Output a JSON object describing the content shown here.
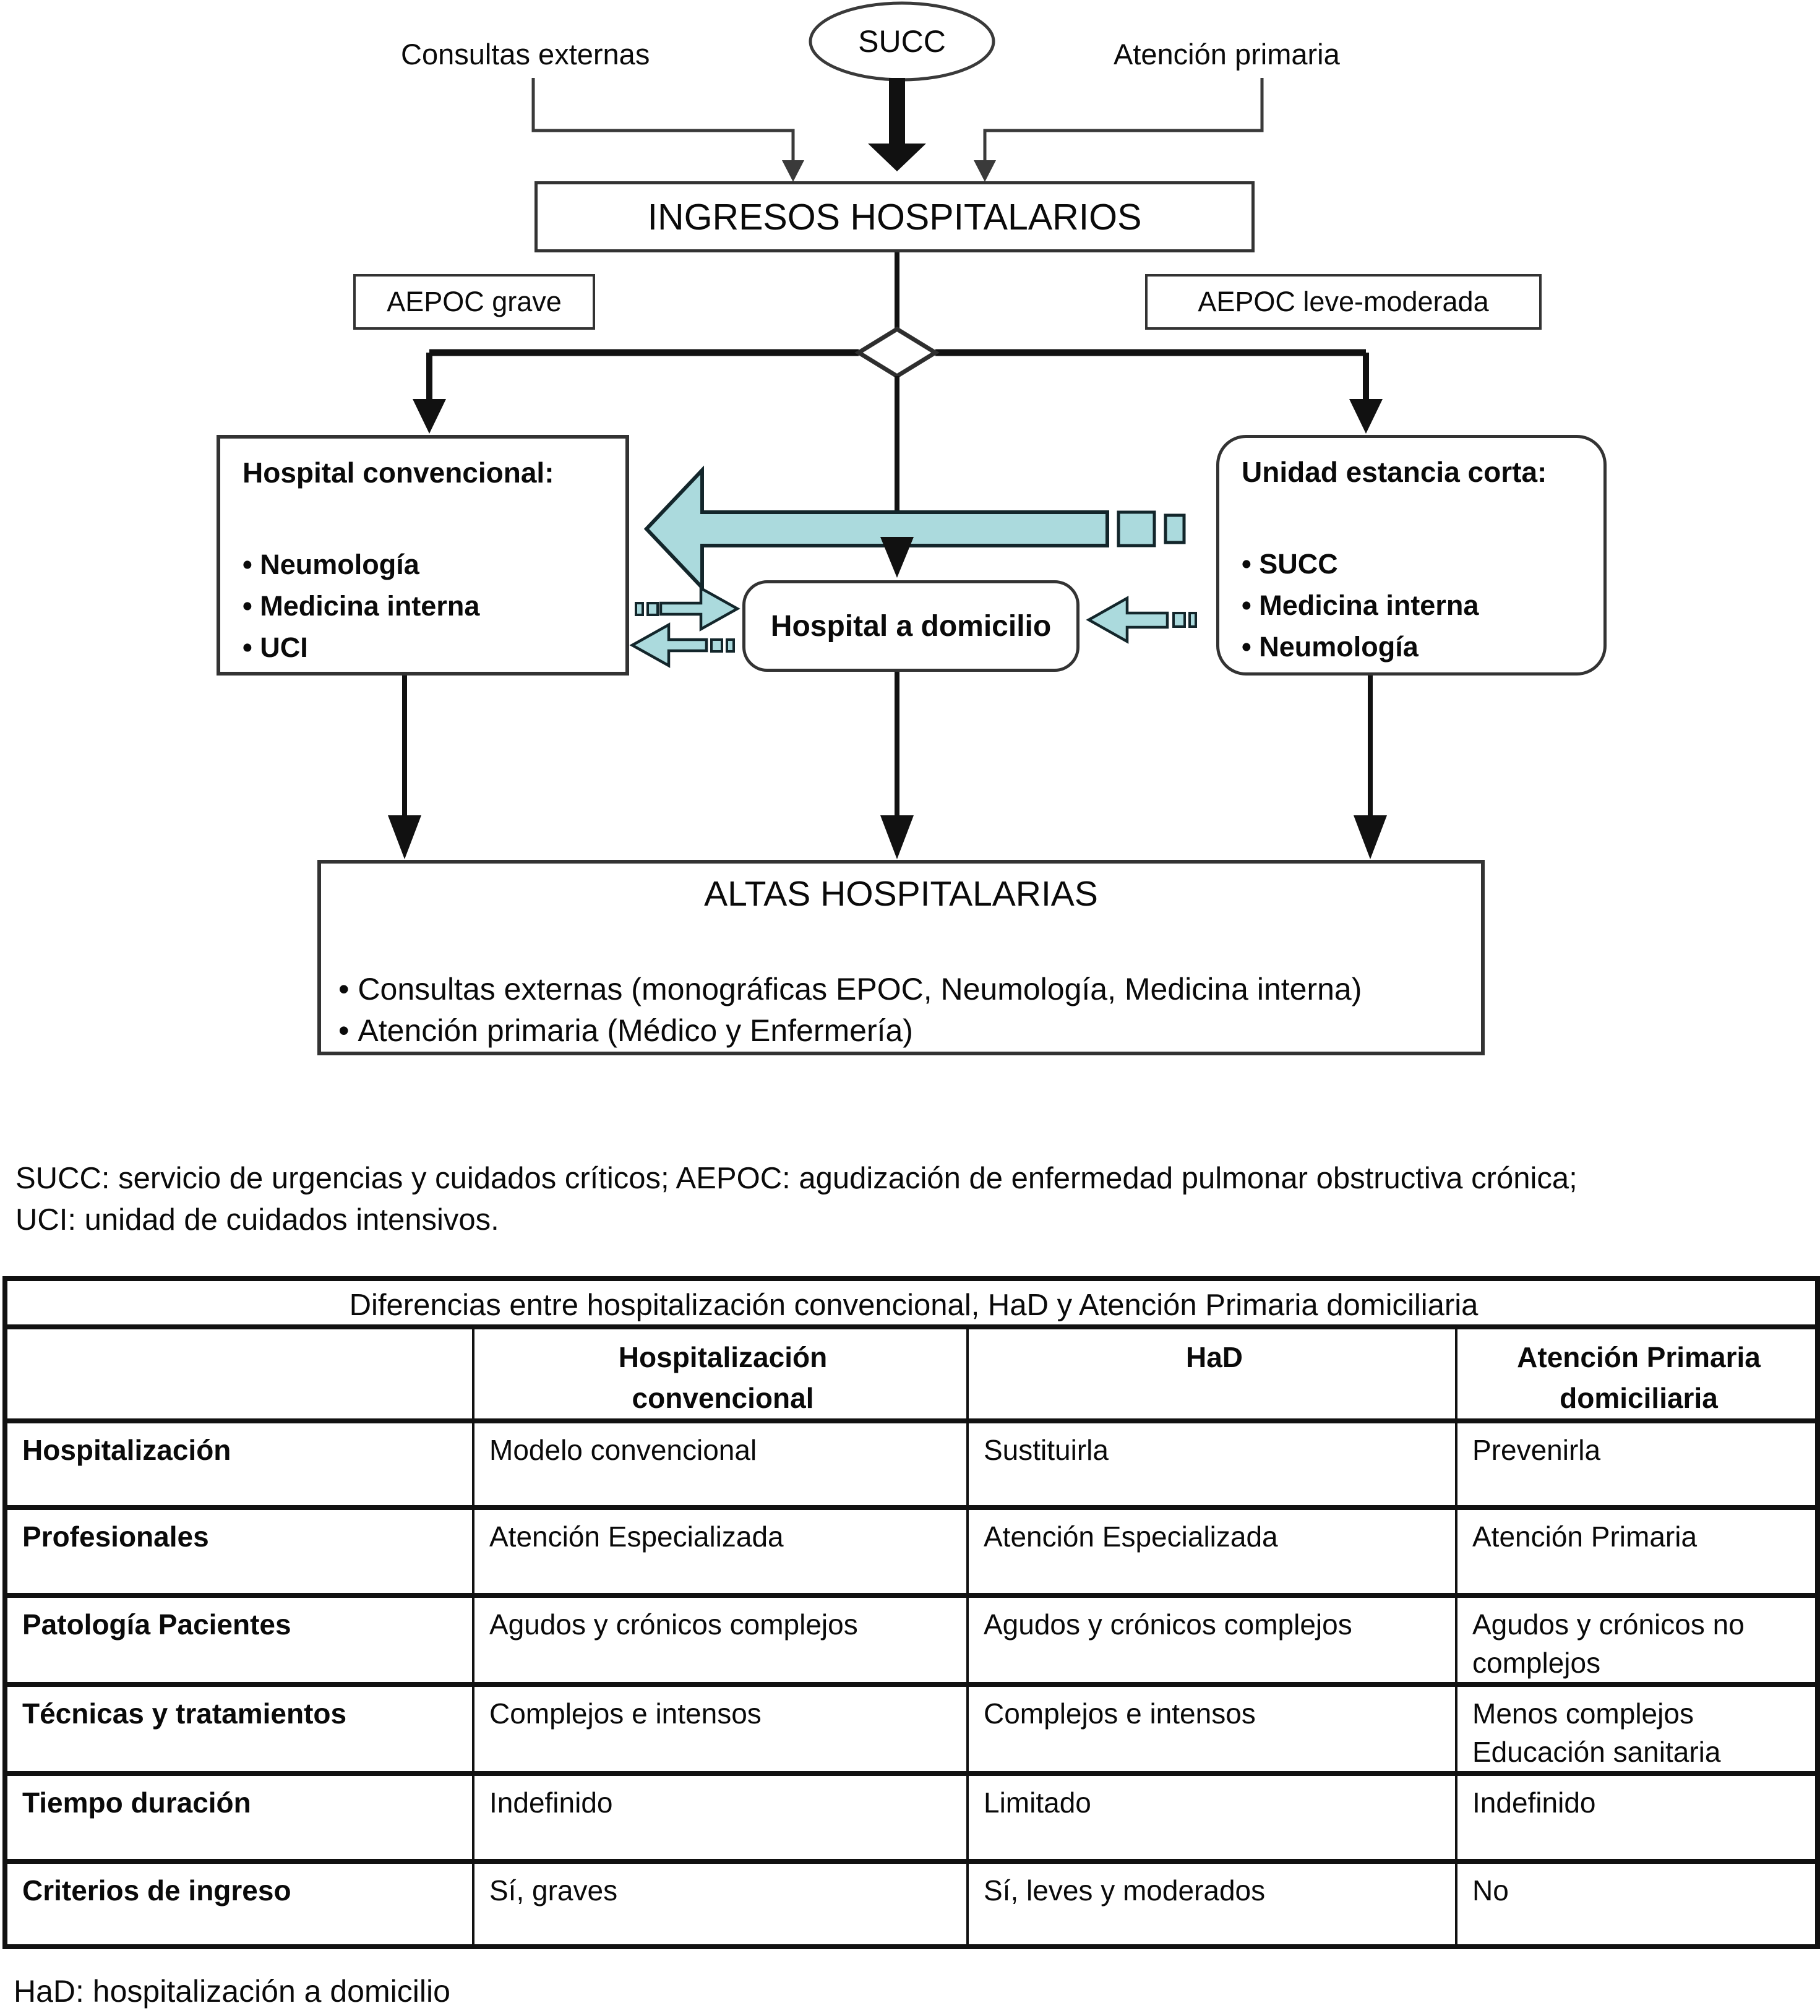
{
  "diagram": {
    "labels": {
      "consultas_externas": "Consultas externas",
      "succ": "SUCC",
      "atencion_primaria": "Atención primaria"
    },
    "ingresos_title": "INGRESOS HOSPITALARIOS",
    "aepoc_grave": "AEPOC grave",
    "aepoc_leve": "AEPOC leve-moderada",
    "hospital_convencional": {
      "title": "Hospital convencional:",
      "items": [
        "Neumología",
        "Medicina interna",
        "UCI"
      ]
    },
    "hospital_domicilio": "Hospital a domicilio",
    "unidad_estancia": {
      "title": "Unidad estancia corta:",
      "items": [
        "SUCC",
        "Medicina interna",
        "Neumología"
      ]
    },
    "altas": {
      "title": "ALTAS HOSPITALARIAS",
      "items": [
        "Consultas externas (monográficas EPOC, Neumología, Medicina interna)",
        "Atención primaria (Médico y Enfermería)"
      ]
    },
    "abbreviations_note": "SUCC: servicio de urgencias y cuidados críticos; AEPOC: agudización de enfermedad pulmonar obstructiva crónica;\nUCI: unidad de cuidados intensivos."
  },
  "table": {
    "title": "Diferencias entre hospitalización convencional, HaD y Atención Primaria domiciliaria",
    "headers": [
      "",
      "Hospitalización\nconvencional",
      "HaD",
      "Atención Primaria\ndomiciliaria"
    ],
    "rows": [
      {
        "label": "Hospitalización",
        "cells": [
          "Modelo convencional",
          "Sustituirla",
          "Prevenirla"
        ]
      },
      {
        "label": "Profesionales",
        "cells": [
          "Atención Especializada",
          "Atención Especializada",
          "Atención Primaria"
        ]
      },
      {
        "label": "Patología Pacientes",
        "cells": [
          "Agudos y crónicos complejos",
          "Agudos y crónicos complejos",
          "Agudos y crónicos no\ncomplejos"
        ]
      },
      {
        "label": "Técnicas y tratamientos",
        "cells": [
          "Complejos e intensos",
          "Complejos e intensos",
          "Menos complejos\nEducación sanitaria"
        ]
      },
      {
        "label": "Tiempo duración",
        "cells": [
          "Indefinido",
          "Limitado",
          "Indefinido"
        ]
      },
      {
        "label": "Criterios de ingreso",
        "cells": [
          "Sí, graves",
          "Sí, leves y moderados",
          "No"
        ]
      }
    ],
    "footnote": "HaD: hospitalización a domicilio"
  },
  "colors": {
    "flow_arrow_fill": "#abdadd",
    "flow_arrow_stroke": "#13262b",
    "line": "#111111",
    "box_border": "#333333",
    "text": "#0a0a0a"
  }
}
